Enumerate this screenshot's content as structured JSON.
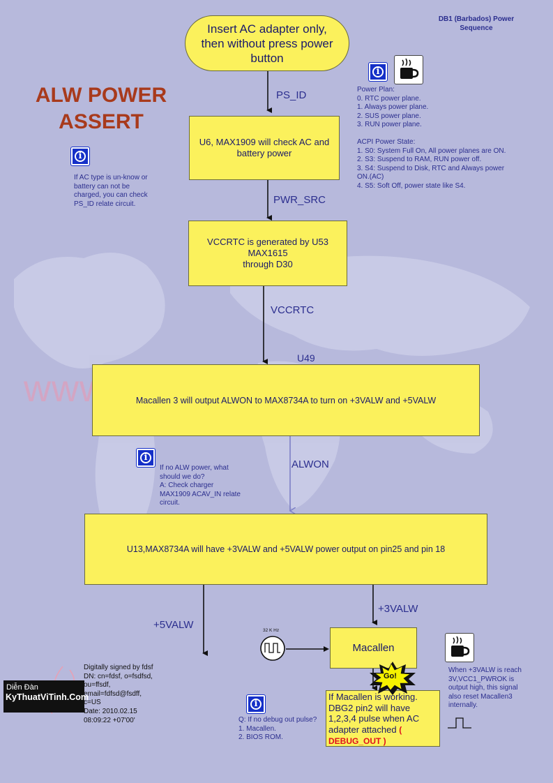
{
  "header": {
    "title_line1": "DB1 (Barbados) Power",
    "title_line2": "Sequence"
  },
  "page_title": {
    "line1": "ALW POWER",
    "line2": "ASSERT"
  },
  "watermark": "www.kythuatvitinh.com",
  "start": {
    "line1": "Insert AC adapter  only,",
    "line2": "then without press power",
    "line3": "button"
  },
  "signals": {
    "ps_id": "PS_ID",
    "pwr_src": "PWR_SRC",
    "vccrtc": "VCCRTC",
    "u49": "U49",
    "alwon": "ALWON",
    "plus5valw": "+5VALW",
    "plus3valw": "+3VALW"
  },
  "boxes": {
    "u6": {
      "line1": "U6, MAX1909 will check AC and",
      "line2": "battery power"
    },
    "vccrtc": {
      "line1": "VCCRTC is generated by U53",
      "line2": "MAX1615",
      "line3": "through D30"
    },
    "macallen3": "Macallen 3 will output ALWON to MAX8734A to turn on +3VALW and +5VALW",
    "u13": "U13,MAX8734A will have +3VALW and +5VALW power output on pin25 and pin 18",
    "macallen": "Macallen",
    "debug": {
      "text": "If Macallen is working. DBG2 pin2 will have 1,2,3,4 pulse when AC adapter attached",
      "highlight": "( DEBUG_OUT )"
    }
  },
  "clock_label": "32 K Hz",
  "go_label": "Go!",
  "notes": {
    "power_plan": "Power Plan:\n0. RTC power plane.\n1. Always power plane.\n2. SUS power plane.\n3. RUN power plane.\n\nACPI Power State:\n1. S0: System Full On, All power planes are ON.\n2. S3: Suspend to RAM, RUN power off.\n3. S4: Suspend to Disk, RTC and Always power\n              ON.(AC)\n4. S5: Soft Off, power state like S4.",
    "ac_type": "If AC type is un-know or\nbattery can not be\ncharged, you can check\nPS_ID relate circuit.",
    "no_alw": "If no ALW power, what\nshould we do?\nA: Check charger\nMAX1909 ACAV_IN relate\ncircuit.",
    "debug_pulse": "Q: If no debug out pulse?\n1. Macallen.\n2. BIOS ROM.",
    "vcc1": "When +3VALW is reach\n3V,VCC1_PWROK is\noutput high, this signal\nalso reset Macallen3\ninternally.",
    "signed": "Digitally signed by fdsf\nDN: cn=fdsf, o=fsdfsd,\nou=ffsdf,\nemail=fdfsd@fsdff,\nc=US\nDate: 2010.02.15\n08:09:22 +07'00'"
  },
  "forum": {
    "line1": "Diễn Đàn",
    "line2": "KyThuatViTinh.Com"
  },
  "icons": [
    "info-icon",
    "coffee-icon",
    "clock-icon",
    "pulse-icon",
    "go-starburst-icon"
  ],
  "colors": {
    "background": "#b7b9dc",
    "box": "#fbf15c",
    "title": "#a83a1c",
    "text": "#2b2e8e",
    "debug": "#e0101c"
  }
}
